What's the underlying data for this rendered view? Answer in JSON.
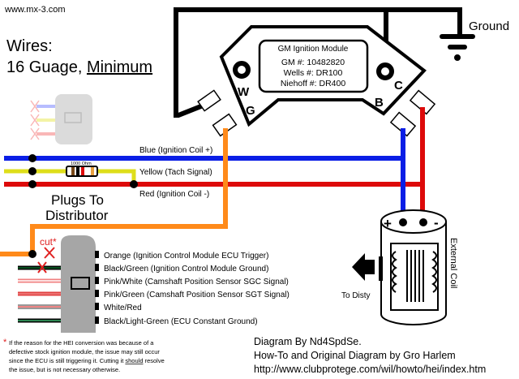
{
  "site": "www.mx-3.com",
  "wires_title": "Wires:",
  "wires_gauge": "16 Guage, ",
  "wires_min": "Minimum",
  "ground_label": "Ground",
  "module": {
    "title": "GM Ignition Module",
    "gm": "GM #: 10482820",
    "wells": "Wells #: DR100",
    "niehoff": "Niehoff #: DR400",
    "pin_w": "W",
    "pin_g": "G",
    "pin_c": "C",
    "pin_b": "B"
  },
  "bus": {
    "blue": "Blue  (Ignition Coil +)",
    "yellow": "Yellow (Tach Signal)",
    "red": "Red  (Ignition Coil -)",
    "resistor": "1000 Ohm"
  },
  "plugs": {
    "line1": "Plugs To",
    "line2": "Distributor"
  },
  "cut_label": "cut*",
  "connector_pins": [
    {
      "label": "Orange   (Ignition Control Module ECU Trigger)"
    },
    {
      "label": "Black/Green  (Ignition Control Module Ground)"
    },
    {
      "label": "Pink/White   (Camshaft Position Sensor SGC Signal)"
    },
    {
      "label": "Pink/Green  (Camshaft Position Sensor SGT Signal)"
    },
    {
      "label": "White/Red"
    },
    {
      "label": "Black/Light-Green   (ECU Constant Ground)"
    }
  ],
  "coil": {
    "plus": "+",
    "minus": "-",
    "label": "External Coil",
    "to_disty": "To Disty"
  },
  "footnote": {
    "star": "*",
    "line1": "If the reason for the HEI conversion was because of a",
    "line2": "defective stock ignition module, the issue may still occur",
    "line3a": "since the ECU is still triggering it. Cutting it ",
    "line3b": "should",
    "line3c": " resolve",
    "line4": "the issue, but is not necessary otherwise."
  },
  "credits": {
    "line1": "Diagram By Nd4SpdSe.",
    "line2": "How-To and Original Diagram by Gro Harlem",
    "line3": "http://www.clubprotege.com/wil/howto/hei/index.htm"
  },
  "colors": {
    "blue": "#0a1ee6",
    "red": "#dd0a0a",
    "yellow": "#dede1a",
    "orange": "#ff8a1a",
    "connector": "#a6a6a6"
  }
}
